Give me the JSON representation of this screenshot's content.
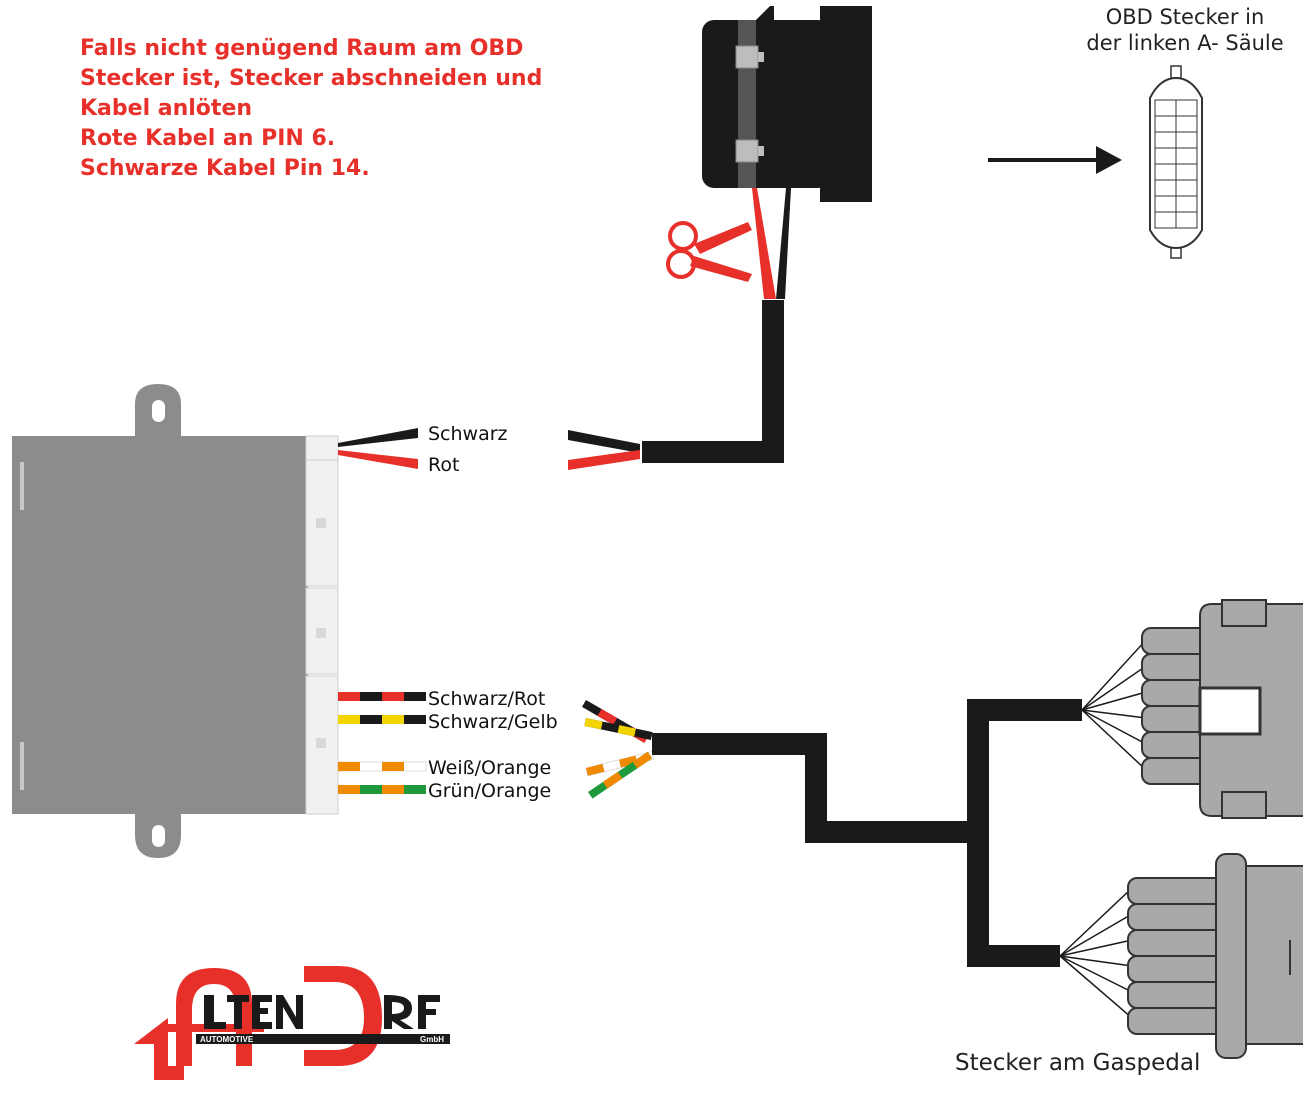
{
  "note": {
    "lines": [
      "Falls nicht genügend Raum am OBD",
      "Stecker ist, Stecker abschneiden und",
      "Kabel anlöten",
      "Rote Kabel an PIN 6.",
      "Schwarze Kabel Pin 14."
    ],
    "color": "#e8302a"
  },
  "obd_connector_label": [
    "OBD Stecker in",
    "der linken A- Säule"
  ],
  "gas_pedal_label": "Stecker am Gaspedal",
  "power_wires": [
    "Schwarz",
    "Rot"
  ],
  "signal_wires": [
    "Schwarz/Rot",
    "Schwarz/Gelb",
    "Weiß/Orange",
    "Grün/Orange"
  ],
  "logo": {
    "text": "ALTENDORF",
    "sub_left": "AUTOMOTIVE",
    "sub_right": "GmbH",
    "colors": {
      "red": "#e8302a",
      "black": "#1a1a1a"
    }
  },
  "icons": [
    "scissors-icon",
    "arrow-right-icon"
  ],
  "colors": {
    "wire_red": "#e8302a",
    "wire_black": "#1a1a1a",
    "wire_yellow": "#f2d500",
    "wire_orange": "#f08a00",
    "wire_green": "#1e9a3c",
    "module_gray": "#8c8c8c",
    "connector_gray": "#a9a9a9"
  }
}
